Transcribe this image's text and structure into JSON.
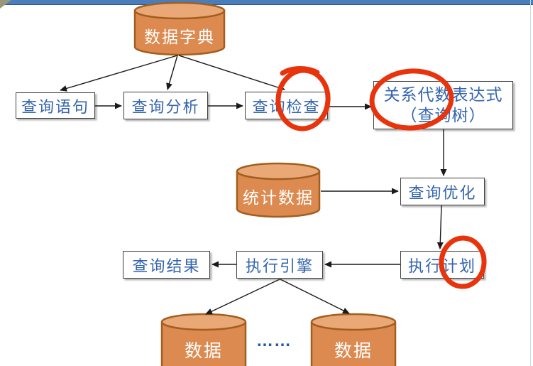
{
  "slide": {
    "boxes": {
      "query_statement": "查询语句",
      "query_analysis": "查询分析",
      "query_check": "查询检查",
      "relational_algebra_line1": "关系代数表达式",
      "relational_algebra_line2": "（查询树）",
      "query_optimization": "查询优化",
      "query_result": "查询结果",
      "execution_engine": "执行引擎",
      "execution_plan": "执行计划"
    },
    "cylinders": {
      "data_dictionary": "数据字典",
      "statistics": "统计数据",
      "data_left": "数据",
      "data_right": "数据"
    },
    "ellipsis": "……",
    "annotations": {
      "circled_terms": [
        "检查",
        "关系代数表达式",
        "计划"
      ]
    }
  },
  "colors": {
    "bar": "#4a7eba",
    "box-text": "#3565ae",
    "cyl-fill": "#dc8a50",
    "cyl-top": "#e9a876",
    "cyl-stroke": "#a25e1e",
    "red": "#e8340d"
  }
}
